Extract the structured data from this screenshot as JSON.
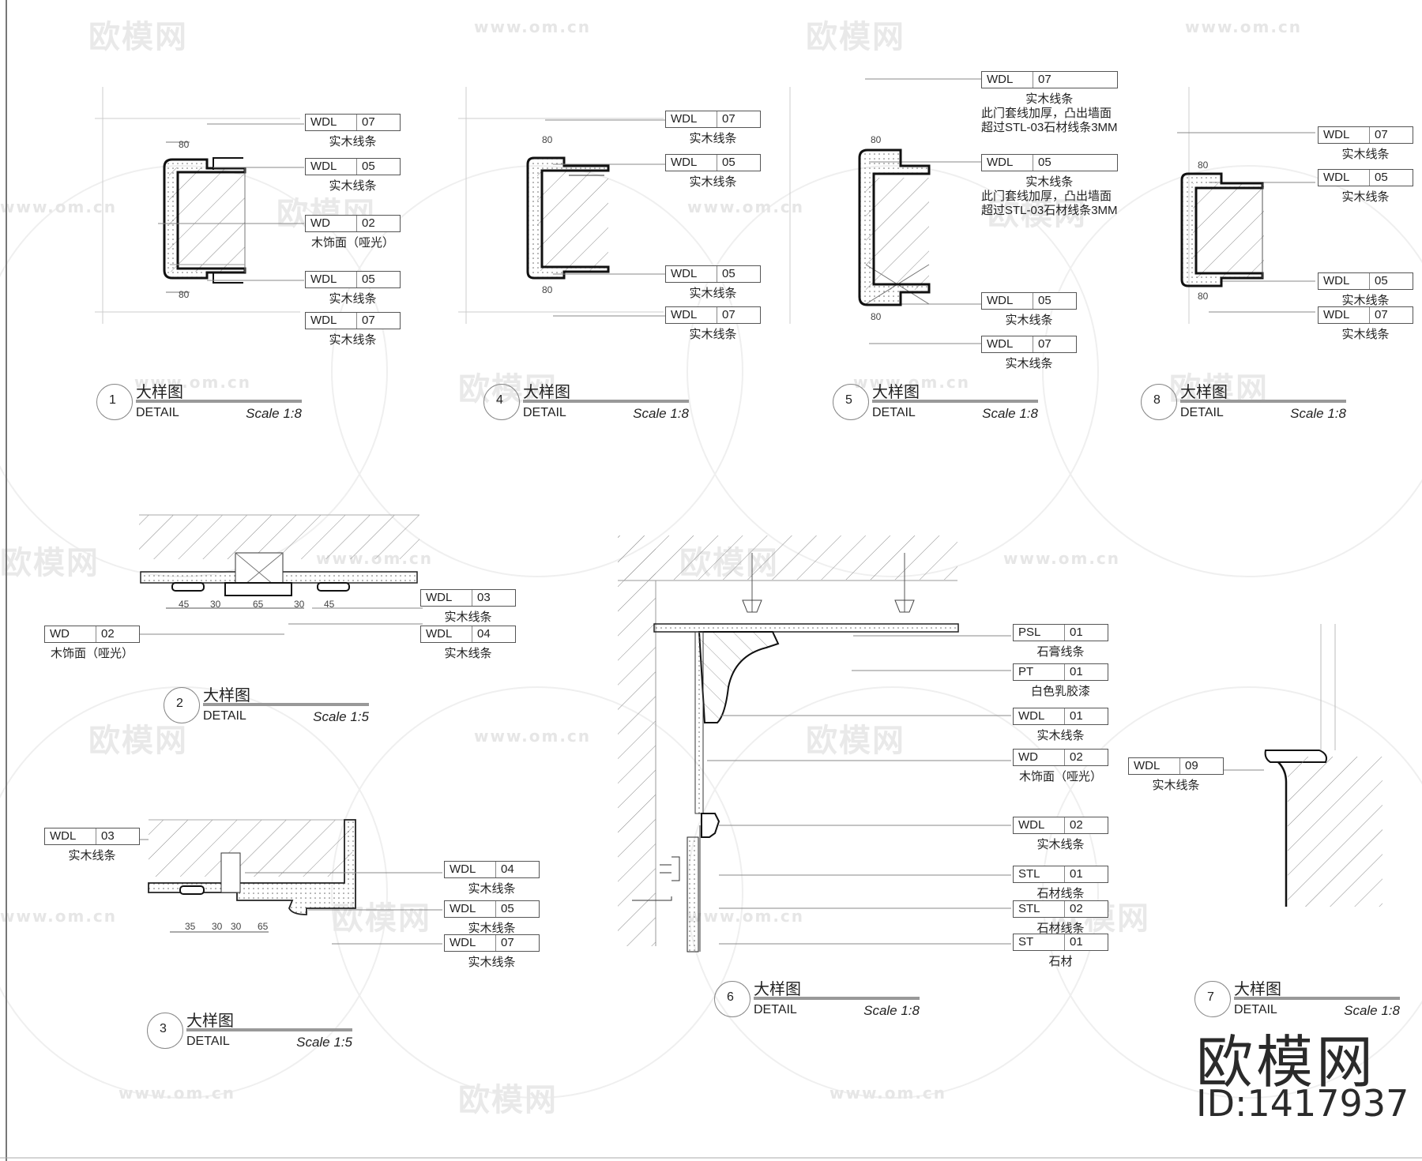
{
  "watermark": {
    "logo_text": "欧模网",
    "url_text": "www.om.cn"
  },
  "detail_common": {
    "cn": "大样图",
    "en": "DETAIL"
  },
  "detail_titles": [
    {
      "number": "1",
      "scale": "Scale 1:8"
    },
    {
      "number": "4",
      "scale": "Scale 1:8"
    },
    {
      "number": "5",
      "scale": "Scale 1:8"
    },
    {
      "number": "8",
      "scale": "Scale 1:8"
    },
    {
      "number": "2",
      "scale": "Scale 1:5"
    },
    {
      "number": "3",
      "scale": "Scale 1:5"
    },
    {
      "number": "6",
      "scale": "Scale 1:8"
    },
    {
      "number": "7",
      "scale": "Scale 1:8"
    }
  ],
  "tags": {
    "d1": [
      {
        "code": "WDL",
        "num": "07",
        "desc": "实木线条"
      },
      {
        "code": "WDL",
        "num": "05",
        "desc": "实木线条"
      },
      {
        "code": "WD",
        "num": "02",
        "desc": "木饰面（哑光）"
      },
      {
        "code": "WDL",
        "num": "05",
        "desc": "实木线条"
      },
      {
        "code": "WDL",
        "num": "07",
        "desc": "实木线条"
      }
    ],
    "d4": [
      {
        "code": "WDL",
        "num": "07",
        "desc": "实木线条"
      },
      {
        "code": "WDL",
        "num": "05",
        "desc": "实木线条"
      },
      {
        "code": "WDL",
        "num": "05",
        "desc": "实木线条"
      },
      {
        "code": "WDL",
        "num": "07",
        "desc": "实木线条"
      }
    ],
    "d5": [
      {
        "code": "WDL",
        "num": "07",
        "desc": "实木线条"
      },
      {
        "code": "WDL",
        "num": "05",
        "desc": "实木线条"
      },
      {
        "code": "WDL",
        "num": "05",
        "desc": "实木线条"
      },
      {
        "code": "WDL",
        "num": "07",
        "desc": "实木线条"
      }
    ],
    "d5_note_1": "此门套线加厚，凸出墙面",
    "d5_note_2": "超过STL-03石材线条3MM",
    "d8": [
      {
        "code": "WDL",
        "num": "07",
        "desc": "实木线条"
      },
      {
        "code": "WDL",
        "num": "05",
        "desc": "实木线条"
      },
      {
        "code": "WDL",
        "num": "05",
        "desc": "实木线条"
      },
      {
        "code": "WDL",
        "num": "07",
        "desc": "实木线条"
      }
    ],
    "d2": [
      {
        "code": "WDL",
        "num": "03",
        "desc": "实木线条"
      },
      {
        "code": "WD",
        "num": "02",
        "desc": "木饰面（哑光）"
      },
      {
        "code": "WDL",
        "num": "04",
        "desc": "实木线条"
      }
    ],
    "d3": [
      {
        "code": "WDL",
        "num": "03",
        "desc": "实木线条"
      },
      {
        "code": "WDL",
        "num": "04",
        "desc": "实木线条"
      },
      {
        "code": "WDL",
        "num": "05",
        "desc": "实木线条"
      },
      {
        "code": "WDL",
        "num": "07",
        "desc": "实木线条"
      }
    ],
    "d6": [
      {
        "code": "PSL",
        "num": "01",
        "desc": "石膏线条"
      },
      {
        "code": "PT",
        "num": "01",
        "desc": "白色乳胶漆"
      },
      {
        "code": "WDL",
        "num": "01",
        "desc": "实木线条"
      },
      {
        "code": "WD",
        "num": "02",
        "desc": "木饰面（哑光）"
      },
      {
        "code": "WDL",
        "num": "02",
        "desc": "实木线条"
      },
      {
        "code": "STL",
        "num": "01",
        "desc": "石材线条"
      },
      {
        "code": "STL",
        "num": "02",
        "desc": "石材线条"
      },
      {
        "code": "ST",
        "num": "01",
        "desc": "石材"
      }
    ],
    "d7": [
      {
        "code": "WDL",
        "num": "09",
        "desc": "实木线条"
      }
    ]
  },
  "dims": {
    "d80": "80",
    "d2_row": [
      "45",
      "30",
      "65",
      "30",
      "45"
    ],
    "d3_row": [
      "35",
      "30",
      "30",
      "65"
    ]
  },
  "brand": {
    "name": "欧模网",
    "id": "ID:1417937"
  }
}
